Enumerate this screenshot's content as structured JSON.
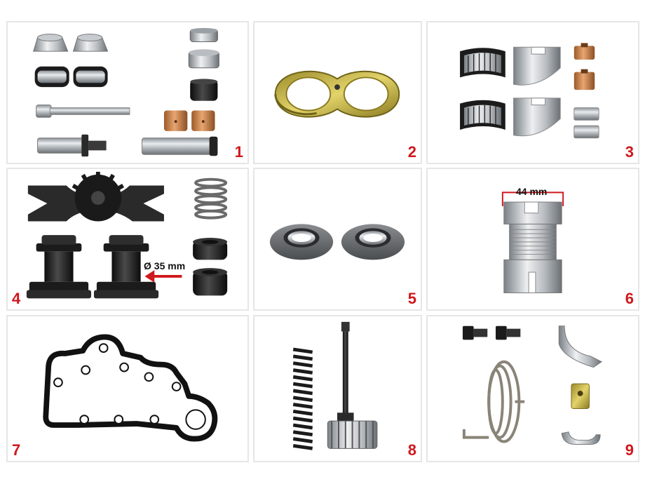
{
  "panels": [
    {
      "number": "1"
    },
    {
      "number": "2"
    },
    {
      "number": "3"
    },
    {
      "number": "4",
      "annotation": "Ø 35 mm"
    },
    {
      "number": "5"
    },
    {
      "number": "6",
      "annotation": "44 mm"
    },
    {
      "number": "7"
    },
    {
      "number": "8"
    },
    {
      "number": "9"
    }
  ],
  "colors": {
    "number": "#d0181d",
    "border": "#e6e6e6",
    "arrow": "#d0181d"
  }
}
